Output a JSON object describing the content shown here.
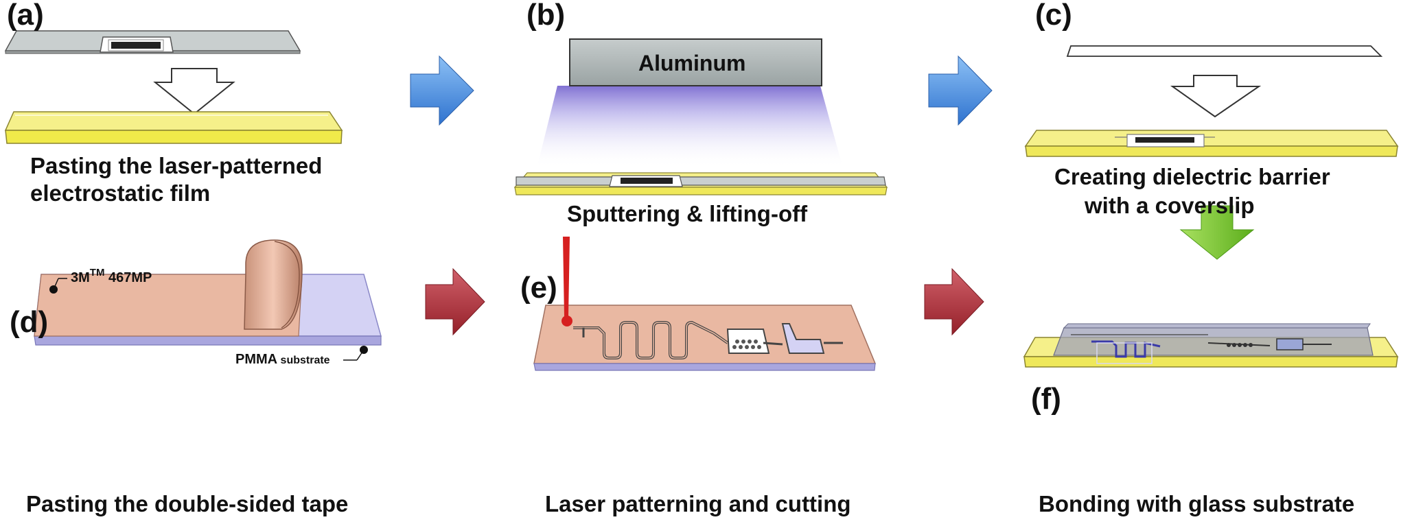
{
  "panels": {
    "a": {
      "letter": "(a)",
      "caption_line1": "Pasting the laser-patterned",
      "caption_line2": "electrostatic film"
    },
    "b": {
      "letter": "(b)",
      "target_label": "Aluminum",
      "caption": "Sputtering & lifting-off"
    },
    "c": {
      "letter": "(c)",
      "caption_line1": "Creating dielectric barrier",
      "caption_line2": "with a coverslip"
    },
    "d": {
      "letter": "(d)",
      "tape_label_main": "3M",
      "tape_label_sup": "TM",
      "tape_label_rest": " 467MP",
      "substrate_label_main": "PMMA",
      "substrate_label_sub": " substrate",
      "caption": "Pasting the double-sided tape"
    },
    "e": {
      "letter": "(e)",
      "caption": "Laser patterning and cutting"
    },
    "f": {
      "letter": "(f)",
      "caption": "Bonding with glass substrate"
    }
  },
  "colors": {
    "flow_arrow_top": "#4a8de0",
    "flow_arrow_bottom": "#b3303a",
    "flow_arrow_down": "#7ccc2a",
    "glass_yellow": "#f5f08a",
    "film_gray": "#c9cfcf",
    "tape_pink": "#e9b8a2",
    "pmma_blue": "#d4d2f4",
    "laser_red": "#d62020",
    "plasma_purple": "#8e82d8"
  }
}
